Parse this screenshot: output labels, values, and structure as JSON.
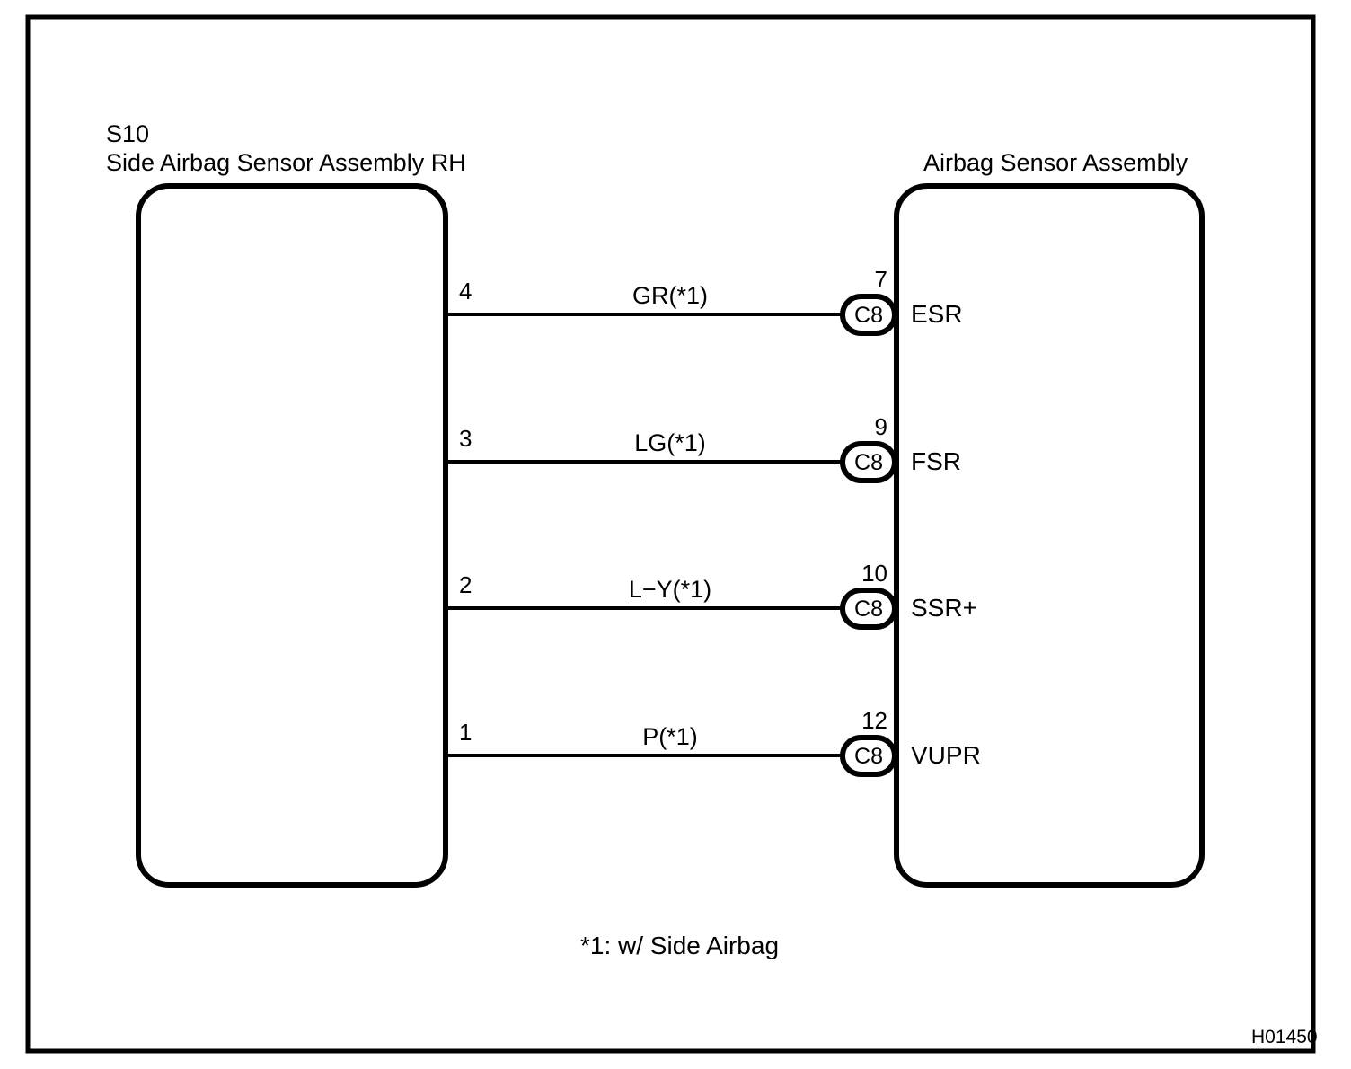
{
  "frame": {
    "border_color": "#000000"
  },
  "components": {
    "left": {
      "code": "S10",
      "name": "Side Airbag Sensor Assembly RH"
    },
    "right": {
      "name": "Airbag Sensor Assembly"
    }
  },
  "connections": [
    {
      "source_pin": "4",
      "wire_code": "GR(*1)",
      "connector_id": "C8",
      "target_pin": "7",
      "terminal": "ESR"
    },
    {
      "source_pin": "3",
      "wire_code": "LG(*1)",
      "connector_id": "C8",
      "target_pin": "9",
      "terminal": "FSR"
    },
    {
      "source_pin": "2",
      "wire_code": "L−Y(*1)",
      "connector_id": "C8",
      "target_pin": "10",
      "terminal": "SSR+"
    },
    {
      "source_pin": "1",
      "wire_code": "P(*1)",
      "connector_id": "C8",
      "target_pin": "12",
      "terminal": "VUPR"
    }
  ],
  "footnote": "*1: w/ Side Airbag",
  "image_code": "H01450"
}
